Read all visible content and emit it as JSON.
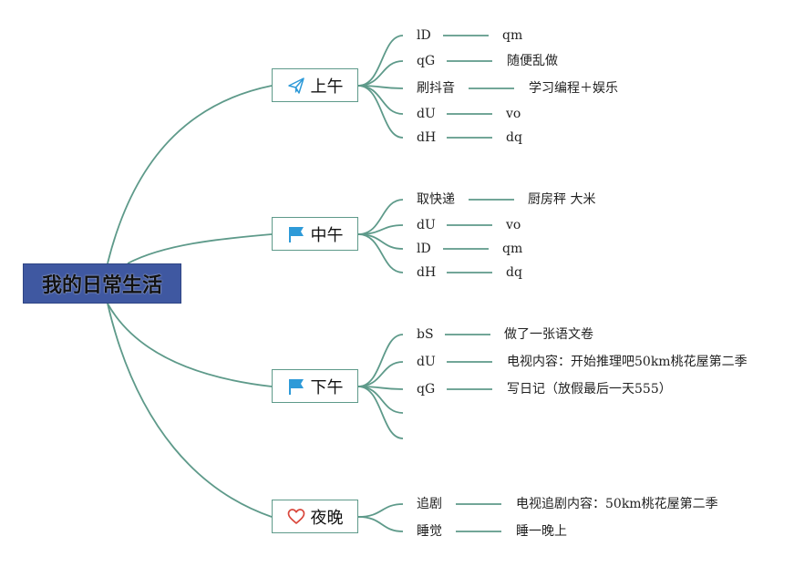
{
  "colors": {
    "line": "#5e9a8a",
    "root_fill": "#3f58a1",
    "flag": "#2e9ad8",
    "heart": "#d9473c",
    "plane": "#2e9ad8"
  },
  "root": {
    "label": "我的日常生活"
  },
  "branches": [
    {
      "label": "上午",
      "icon": "paper-plane-icon",
      "items": [
        {
          "key": "lD",
          "value": "qm"
        },
        {
          "key": "qG",
          "value": "随便乱做"
        },
        {
          "key": "刷抖音",
          "value": "学习编程＋娱乐"
        },
        {
          "key": "dU",
          "value": "vo"
        },
        {
          "key": "dH",
          "value": "dq"
        }
      ]
    },
    {
      "label": "中午",
      "icon": "flag-icon",
      "items": [
        {
          "key": "取快递",
          "value": "厨房秤 大米"
        },
        {
          "key": "dU",
          "value": "vo"
        },
        {
          "key": "lD",
          "value": "qm"
        },
        {
          "key": "dH",
          "value": "dq"
        }
      ]
    },
    {
      "label": "下午",
      "icon": "flag-icon",
      "items": [
        {
          "key": "bS",
          "value": "做了一张语文卷"
        },
        {
          "key": "dU",
          "value": "电视内容：开始推理吧50km桃花屋第二季"
        },
        {
          "key": "qG",
          "value": "写日记（放假最后一天555）"
        },
        {
          "key": "",
          "value": ""
        },
        {
          "key": "",
          "value": ""
        }
      ]
    },
    {
      "label": "夜晚",
      "icon": "heart-icon",
      "items": [
        {
          "key": "追剧",
          "value": "电视追剧内容：50km桃花屋第二季"
        },
        {
          "key": "睡觉",
          "value": "睡一晚上"
        }
      ]
    }
  ]
}
